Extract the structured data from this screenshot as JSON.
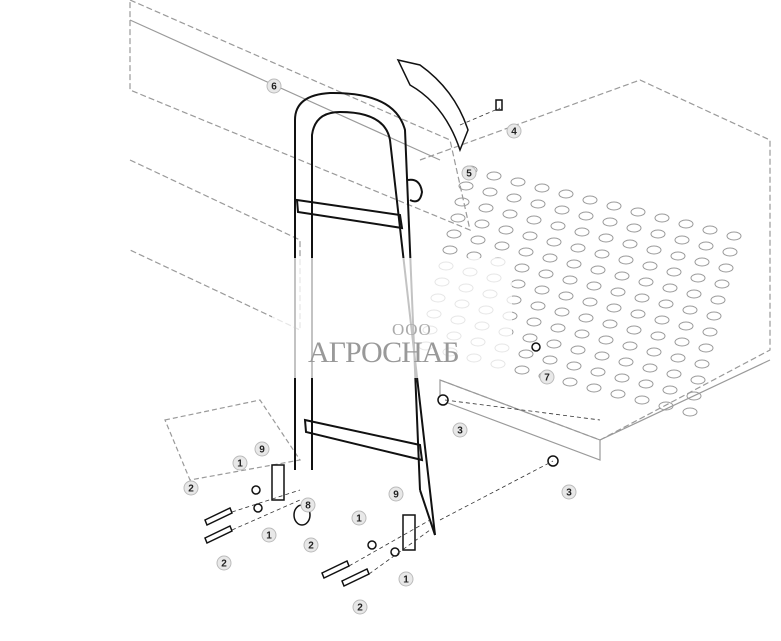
{
  "diagram": {
    "callouts": [
      "6",
      "4",
      "5",
      "7",
      "3",
      "3",
      "9",
      "1",
      "2",
      "8",
      "1",
      "2",
      "9",
      "1",
      "2",
      "1",
      "2"
    ]
  },
  "watermark": {
    "prefix": "ООО",
    "name": "АГРОСНАБ"
  },
  "colors": {
    "line": "#111111",
    "background_line": "#9a9a9a",
    "watermark": "#a0a0a0"
  }
}
